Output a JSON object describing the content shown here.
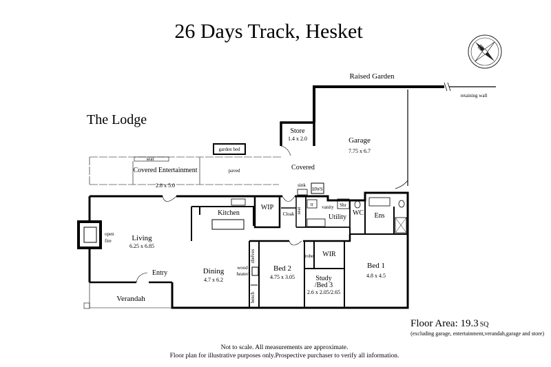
{
  "header": {
    "title": "26 Days Track, Hesket",
    "building_name": "The Lodge"
  },
  "rooms": {
    "raised_garden": "Raised Garden",
    "retaining_wall": "retaining wall",
    "store": "Store",
    "store_dim": "1.4 x 2.0",
    "garage": "Garage",
    "garage_dim": "7.75 x 6.7",
    "garden_bed": "garden bed",
    "seat": "seat",
    "covered_entertainment": "Covered Entertainment",
    "covered_entertainment_dim": "2.8 x 5.0",
    "paved": "paved",
    "covered": "Covered",
    "sink": "sink",
    "hws": "HWS",
    "kitchen": "Kitchen",
    "wip": "WIP",
    "cloak": "Cloak",
    "seat_small": "seat",
    "tr": "tr",
    "vanity": "vanity",
    "shr": "Shr",
    "utility": "Utility",
    "wc": "WC",
    "ens": "Ens",
    "open_fire": "open fire",
    "living": "Living",
    "living_dim": "6.25 x 6.85",
    "dining": "Dining",
    "dining_dim": "4.7 x 6.2",
    "wood_heater": "wood heater",
    "shelves": "shelves",
    "bench": "bench",
    "bed2": "Bed 2",
    "bed2_dim": "4.75 x 3.05",
    "robe": "robe",
    "wir": "WIR",
    "study": "Study",
    "study_bed3": "/Bed 3",
    "study_dim": "2.6 x 2.05/2.65",
    "bed1": "Bed 1",
    "bed1_dim": "4.8 x 4.5",
    "entry": "Entry",
    "verandah": "Verandah"
  },
  "floor_area": {
    "label": "Floor Area: 19.3",
    "unit": "SQ",
    "note": "(excluding garage, entertainment,verandah,garage and store)"
  },
  "disclaimer": {
    "line1": "Not to scale. All measurements are approximate.",
    "line2": "Floor plan for illustrative purposes only.Prospective purchaser to verify all information."
  },
  "icons": {
    "compass": "compass-rose-icon"
  }
}
